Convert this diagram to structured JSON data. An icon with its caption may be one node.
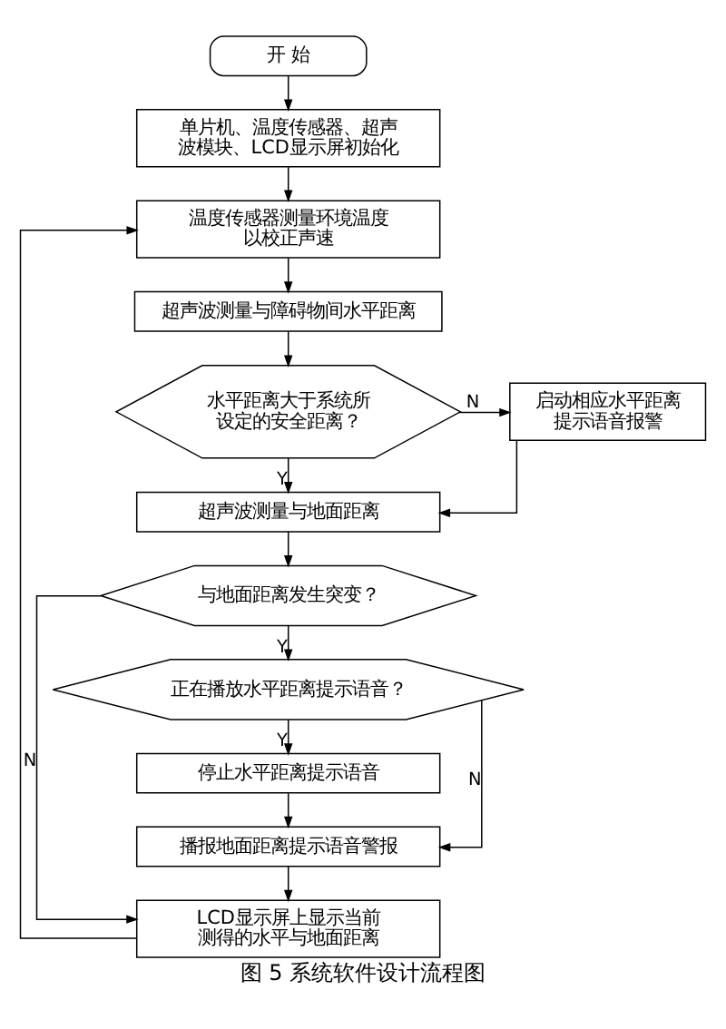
{
  "diagram": {
    "caption": "图 5 系统软件设计流程图",
    "nodes": [
      {
        "text": [
          "开 始"
        ]
      },
      {
        "text": [
          "单片机、温度传感器、超声波模块、LCD显示屏初始化"
        ]
      },
      {
        "text": [
          "温度传感器测量环境温度以校正声速"
        ]
      },
      {
        "text": [
          "超声波测量与障碍物间水平距离"
        ]
      },
      {
        "text": [
          "水平距离大于系统所设定的安全距离？"
        ]
      },
      {
        "text": [
          "启动相应水平距离提示语音报警"
        ]
      },
      {
        "text": [
          "超声波测量与地面距离"
        ]
      },
      {
        "text": [
          "与地面距离发生突变？"
        ]
      },
      {
        "text": [
          "正在播放水平距离提示语音？"
        ]
      },
      {
        "text": [
          "停止水平距离提示语音"
        ]
      },
      {
        "text": [
          "播报地面距离提示语音警报"
        ]
      },
      {
        "text": [
          "LCD显示屏上显示当前测得的水平与地面距离"
        ]
      }
    ],
    "edges": [
      {
        "from": 0,
        "to": 1,
        "arrow": "to"
      },
      {
        "from": 1,
        "to": 2,
        "arrow": "to"
      },
      {
        "from": 2,
        "to": 3,
        "arrow": "to"
      },
      {
        "from": 3,
        "to": 4,
        "arrow": "to"
      },
      {
        "from": 4,
        "to": 5,
        "arrow": "to",
        "label": "N"
      },
      {
        "from": 4,
        "to": 6,
        "arrow": "to",
        "label": "Y"
      },
      {
        "from": 5,
        "to": 6,
        "arrow": "to"
      },
      {
        "from": 6,
        "to": 7,
        "arrow": "to"
      },
      {
        "from": 7,
        "to": 8,
        "arrow": "to",
        "label": "Y"
      },
      {
        "from": 7,
        "to": 11,
        "arrow": "to",
        "label": "N"
      },
      {
        "from": 8,
        "to": 9,
        "arrow": "to",
        "label": "Y"
      },
      {
        "from": 8,
        "to": 10,
        "arrow": "to",
        "label": "N"
      },
      {
        "from": 9,
        "to": 10,
        "arrow": "to"
      },
      {
        "from": 10,
        "to": 11,
        "arrow": "to"
      },
      {
        "from": 11,
        "to": 2,
        "arrow": "to"
      }
    ]
  }
}
